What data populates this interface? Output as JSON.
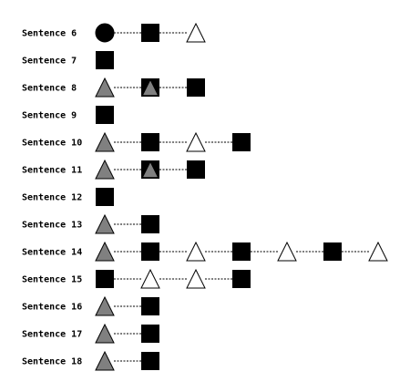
{
  "colors": {
    "background": "#ffffff",
    "black": "#000000",
    "gray": "#808080",
    "white": "#ffffff",
    "outline": "#000000"
  },
  "shape_legend_names": {
    "C": "black-circle",
    "S": "black-square",
    "G": "gray-triangle",
    "W": "white-triangle",
    "SG": "black-square-with-gray-triangle"
  },
  "rows": [
    {
      "label": "Sentence 6",
      "shapes": [
        "C",
        "S",
        "W"
      ]
    },
    {
      "label": "Sentence 7",
      "shapes": [
        "S"
      ]
    },
    {
      "label": "Sentence 8",
      "shapes": [
        "G",
        "SG",
        "S"
      ]
    },
    {
      "label": "Sentence 9",
      "shapes": [
        "S"
      ]
    },
    {
      "label": "Sentence 10",
      "shapes": [
        "G",
        "S",
        "W",
        "S"
      ]
    },
    {
      "label": "Sentence 11",
      "shapes": [
        "G",
        "SG",
        "S"
      ]
    },
    {
      "label": "Sentence 12",
      "shapes": [
        "S"
      ]
    },
    {
      "label": "Sentence 13",
      "shapes": [
        "G",
        "S"
      ]
    },
    {
      "label": "Sentence 14",
      "shapes": [
        "G",
        "S",
        "W",
        "S",
        "W",
        "S",
        "W"
      ]
    },
    {
      "label": "Sentence 15",
      "shapes": [
        "S",
        "W",
        "W",
        "S"
      ]
    },
    {
      "label": "Sentence 16",
      "shapes": [
        "G",
        "S"
      ]
    },
    {
      "label": "Sentence 17",
      "shapes": [
        "G",
        "S"
      ]
    },
    {
      "label": "Sentence 18",
      "shapes": [
        "G",
        "S"
      ]
    }
  ]
}
